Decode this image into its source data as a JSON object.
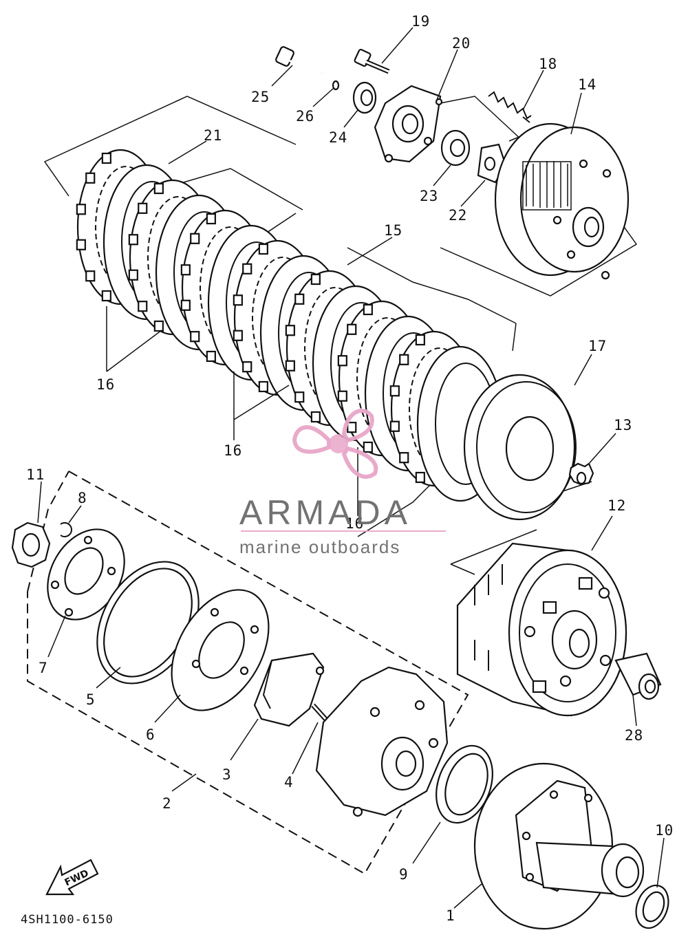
{
  "diagram": {
    "code": "4SH1100-6150",
    "fwd_label": "FWD",
    "callouts": [
      {
        "id": "1",
        "text": "1"
      },
      {
        "id": "2",
        "text": "2"
      },
      {
        "id": "3",
        "text": "3"
      },
      {
        "id": "4",
        "text": "4"
      },
      {
        "id": "5",
        "text": "5"
      },
      {
        "id": "6",
        "text": "6"
      },
      {
        "id": "7",
        "text": "7"
      },
      {
        "id": "8",
        "text": "8"
      },
      {
        "id": "9",
        "text": "9"
      },
      {
        "id": "10",
        "text": "10"
      },
      {
        "id": "11",
        "text": "11"
      },
      {
        "id": "12",
        "text": "12"
      },
      {
        "id": "13",
        "text": "13"
      },
      {
        "id": "14",
        "text": "14"
      },
      {
        "id": "15",
        "text": "15"
      },
      {
        "id": "16a",
        "text": "16"
      },
      {
        "id": "16b",
        "text": "16"
      },
      {
        "id": "17",
        "text": "17"
      },
      {
        "id": "18",
        "text": "18"
      },
      {
        "id": "19",
        "text": "19"
      },
      {
        "id": "20",
        "text": "20"
      },
      {
        "id": "21",
        "text": "21"
      },
      {
        "id": "22",
        "text": "22"
      },
      {
        "id": "23",
        "text": "23"
      },
      {
        "id": "24",
        "text": "24"
      },
      {
        "id": "25",
        "text": "25"
      },
      {
        "id": "26",
        "text": "26"
      },
      {
        "id": "27",
        "text": "27"
      },
      {
        "id": "28",
        "text": "28"
      }
    ]
  },
  "watermark": {
    "title": "ARMADA",
    "subtitle": "marine outboards",
    "logo_color": "#e8a6c8",
    "text_color": "#6b6b6b"
  }
}
